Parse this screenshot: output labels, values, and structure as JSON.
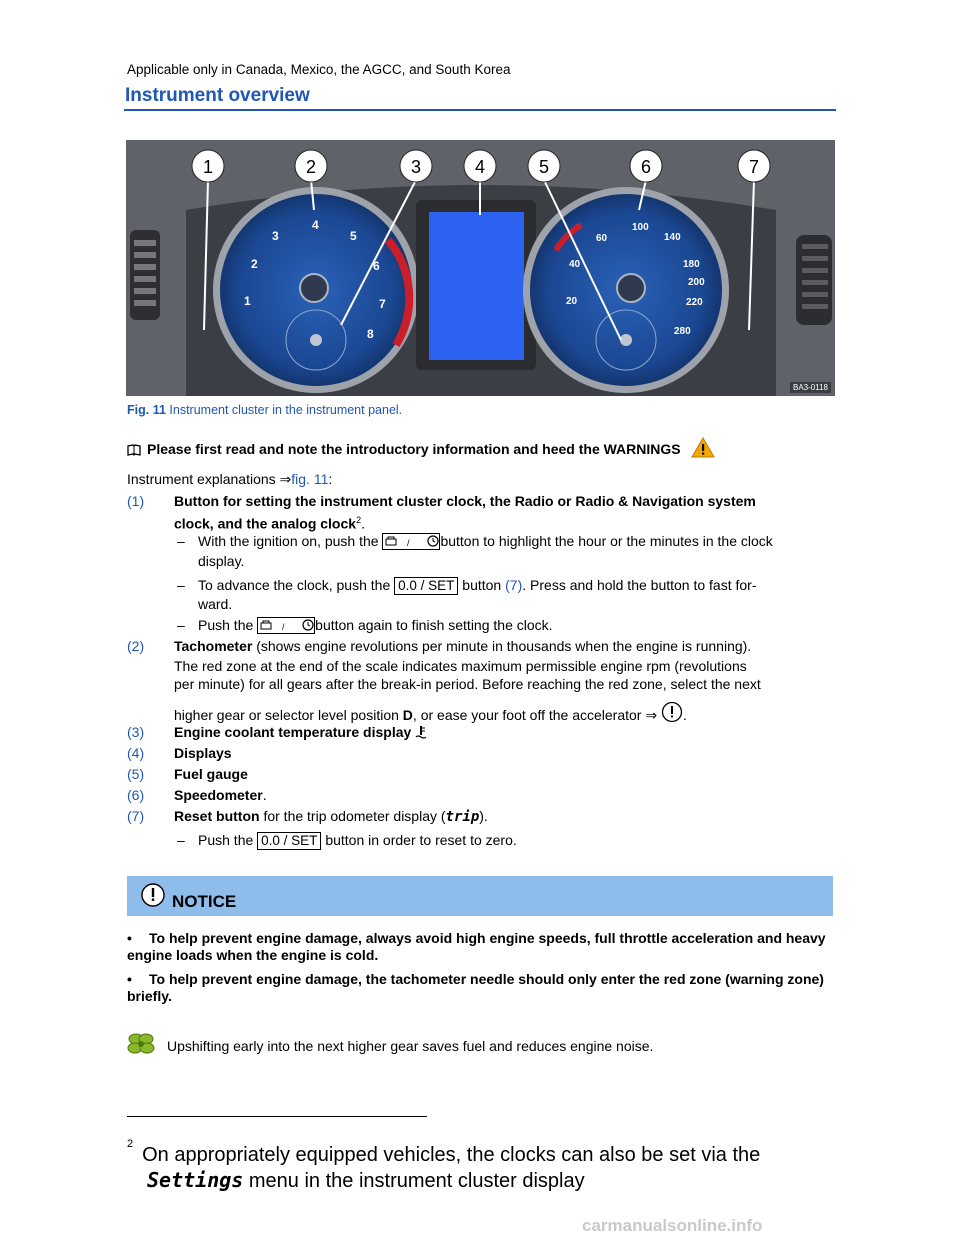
{
  "header": {
    "applicable": "Applicable only in Canada, Mexico, the AGCC, and South Korea",
    "title": "Instrument overview"
  },
  "figure": {
    "callouts": [
      "1",
      "2",
      "3",
      "4",
      "5",
      "6",
      "7"
    ],
    "code": "BA3-0118",
    "tach_labels": [
      "1",
      "2",
      "3",
      "4",
      "5",
      "6",
      "7",
      "8"
    ],
    "speed_labels": [
      "20",
      "40",
      "60",
      "100",
      "140",
      "180",
      "200",
      "220",
      "280"
    ]
  },
  "caption": {
    "label": "Fig. 11",
    "text": "Instrument cluster in the instrument panel."
  },
  "intro": {
    "read_first": "Please first read and note the introductory information and heed the WARNINGS",
    "explanations": "Instrument explanations",
    "fig_ref": "fig. 11",
    "colon": ":"
  },
  "items": [
    {
      "num": "(1)",
      "title": "Button for setting the instrument cluster clock, the Radio or Radio & Navigation system",
      "title2": "clock, and the analog clock",
      "sup": "2",
      "end": "."
    },
    {
      "num": "(2)",
      "title": "Tachometer",
      "desc": " (shows engine revolutions per minute in thousands when the engine is running)."
    },
    {
      "num": "(3)",
      "title": "Engine coolant temperature display"
    },
    {
      "num": "(4)",
      "title": "Displays"
    },
    {
      "num": "(5)",
      "title": "Fuel gauge"
    },
    {
      "num": "(6)",
      "title": "Speedometer",
      "end": "."
    },
    {
      "num": "(7)",
      "title": "Reset button",
      "desc": " for the trip odometer display (",
      "mono": "trip",
      "desc_end": ")."
    }
  ],
  "steps": {
    "s1a": "With the ignition on, push the",
    "s1b": "button to highlight the hour or the minutes in the clock",
    "s1c": "display.",
    "s2a": "To advance the clock, push the",
    "s2_key": "0.0 / SET",
    "s2b": "button",
    "s2_ref": "(7)",
    "s2c": ". Press and hold the button to fast for-",
    "s2d": "ward.",
    "s3a": "Push the",
    "s3b": "button again to finish setting the clock.",
    "s4a": "Push the",
    "s4_key": "0.0 / SET",
    "s4b": "button in order to reset to zero."
  },
  "redzone": {
    "l1": "The red zone at the end of the scale indicates maximum permissible engine rpm (revolutions",
    "l2": "per minute) for all gears after the break-in period. Before reaching the red zone, select the next",
    "l3a": "higher gear or selector level position ",
    "l3_bold": "D",
    "l3b": ", or ease your foot off the accelerator ⇒",
    "l3c": "."
  },
  "notice": {
    "label": "NOTICE",
    "bullets": [
      "To help prevent engine damage, always avoid high engine speeds, full throttle acceleration and heavy engine loads when the engine is cold.",
      "To help prevent engine damage, the tachometer needle should only enter the red zone (warning zone) briefly."
    ]
  },
  "tip": "Upshifting early into the next higher gear saves fuel and reduces engine noise.",
  "footnote": {
    "sup": "2",
    "line1": "On appropriately equipped vehicles, the clocks can also be set via the",
    "mono": "Settings",
    "line2": " menu in the instrument cluster display"
  },
  "watermark": "carmanualsonline.info",
  "colors": {
    "accent": "#1f57b5",
    "notice_bg": "#8fbdeb",
    "gauge_blue": "#1d4fa0"
  }
}
